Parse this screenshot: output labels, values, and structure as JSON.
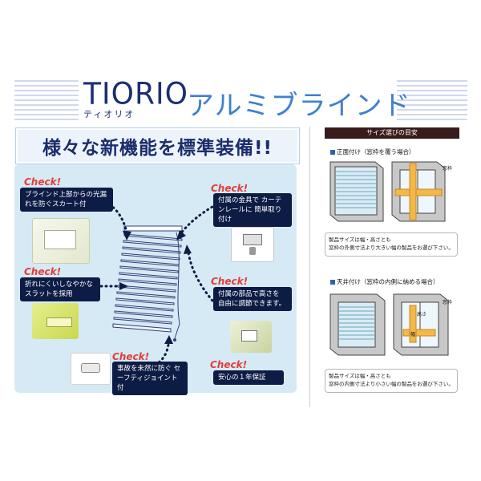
{
  "header": {
    "brand": "TIORIO",
    "brand_katakana": "ティオリオ",
    "title": "アルミブラインド"
  },
  "banner": {
    "text": "様々な新機能を標準装備!!"
  },
  "features": [
    {
      "check": "Check!",
      "text": "ブラインド上部からの光漏れを防ぐスカート付"
    },
    {
      "check": "Check!",
      "text": "付属の金具で カーテンレールに 簡単取り付け"
    },
    {
      "check": "Check!",
      "text": "折れにくいしなやかな スラットを採用"
    },
    {
      "check": "Check!",
      "text": "付属の部品で高さを 自由に調節できます。"
    },
    {
      "check": "Check!",
      "text": "事故を未然に防ぐ セーフティジョイント付"
    },
    {
      "check": "Check!",
      "text": "安心の１年保証"
    }
  ],
  "size_guide": {
    "title": "サイズ選びの目安",
    "front_mount": {
      "heading": "正面付け（窓枠を覆う場合）",
      "window_label": "窓枠",
      "note_line1": "製品サイズは幅・高さとも",
      "note_line2": "窓枠の外側寸法より大きい幅の製品をお選び下さい。"
    },
    "ceiling_mount": {
      "heading": "天井付け（窓枠の内側に納める場合）",
      "window_label": "窓枠",
      "width_label": "幅",
      "height_label": "高さ",
      "note_line1": "製品サイズは幅・高さとも",
      "note_line2": "窓枠の内側寸法より小さい幅の製品をお選び下さい。"
    }
  },
  "colors": {
    "navy": "#1b2f74",
    "accent_blue": "#3f80cf",
    "check_red": "#e43c37",
    "panel_blue": "#d6eaf5",
    "label_bg": "#0d1c45",
    "arrow_orange": "#f2b84b"
  }
}
